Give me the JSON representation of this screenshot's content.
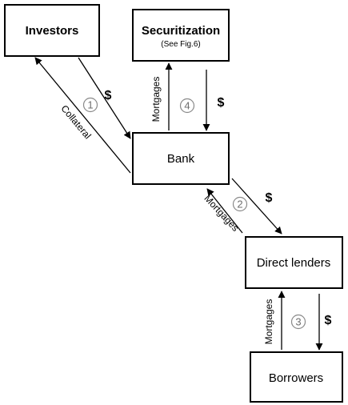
{
  "nodes": {
    "investors": {
      "label": "Investors"
    },
    "securitization": {
      "label": "Securitization",
      "sublabel": "(See Fig.6)"
    },
    "bank": {
      "label": "Bank"
    },
    "direct_lenders": {
      "label": "Direct lenders"
    },
    "borrowers": {
      "label": "Borrowers"
    }
  },
  "flows": {
    "investors_bank": {
      "step": "1",
      "money_label": "$",
      "asset_label": "Collateral"
    },
    "bank_lenders": {
      "step": "2",
      "money_label": "$",
      "asset_label": "Mortgages"
    },
    "lenders_borrowers": {
      "step": "3",
      "money_label": "$",
      "asset_label": "Mortgages"
    },
    "bank_securitization": {
      "step": "4",
      "money_label": "$",
      "asset_label": "Mortgages"
    }
  }
}
